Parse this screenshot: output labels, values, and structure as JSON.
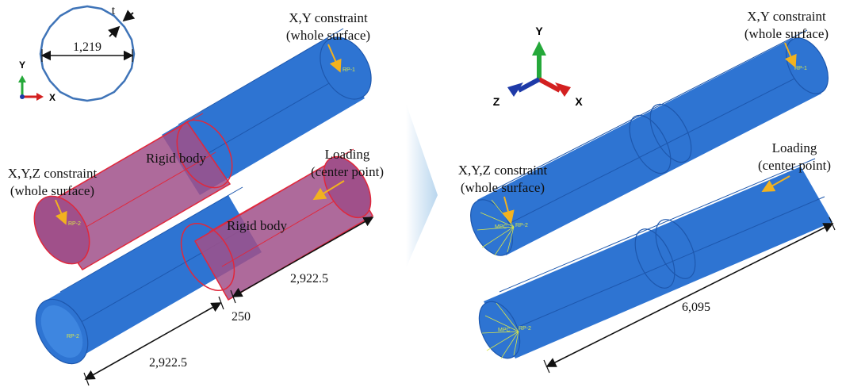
{
  "colors": {
    "pipe": "#2e74d2",
    "pipe_dark": "#1d57ad",
    "rigid": "#a0508a",
    "rigid_edge": "#e0283c",
    "arrow": "#f2b21f",
    "axis_x": "#d32020",
    "axis_y": "#25a83a",
    "axis_z": "#1e3aa8"
  },
  "left": {
    "cross_section": {
      "diameter": "1,219",
      "thickness": "t"
    },
    "axes": {
      "x": "X",
      "y": "Y"
    },
    "labels": {
      "xy_constraint_1": "X,Y constraint",
      "xy_constraint_2": "(whole surface)",
      "rigid_body_1": "Rigid body",
      "rigid_body_2": "Rigid body",
      "xyz_constraint_1": "X,Y,Z constraint",
      "xyz_constraint_2": "(whole surface)",
      "loading_1": "Loading",
      "loading_2": "(center point)"
    },
    "dimensions": {
      "left_segment": "2,922.5",
      "gap": "250",
      "right_segment": "2,922.5"
    },
    "ref_points": {
      "rp1": "RP-1",
      "rp2_top": "RP-2",
      "rp2_bottom": "RP-2"
    }
  },
  "right": {
    "axes": {
      "x": "X",
      "y": "Y",
      "z": "Z"
    },
    "labels": {
      "xy_constraint_1": "X,Y constraint",
      "xy_constraint_2": "(whole surface)",
      "xyz_constraint_1": "X,Y,Z constraint",
      "xyz_constraint_2": "(whole surface)",
      "loading_1": "Loading",
      "loading_2": "(center point)"
    },
    "dimensions": {
      "length": "6,095"
    },
    "ref_points": {
      "rp1": "RP-1",
      "rp2_top": "RP-2",
      "rp2_bottom": "RP-2",
      "mpc_top": "MPC",
      "mpc_bottom": "MPC"
    }
  }
}
